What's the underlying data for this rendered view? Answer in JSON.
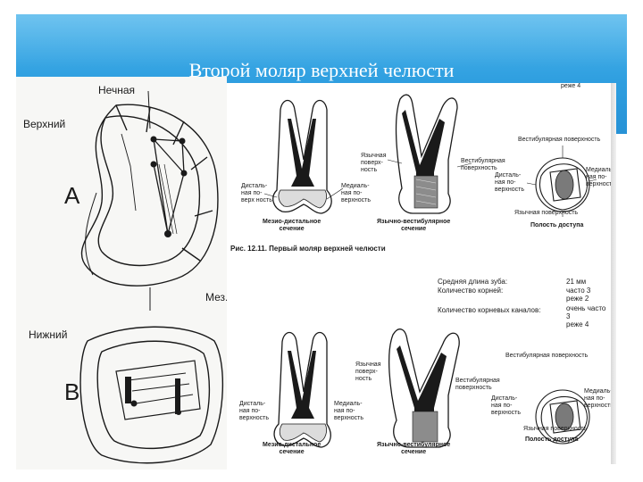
{
  "slide": {
    "title": "Второй моляр верхней челюсти"
  },
  "left_panel": {
    "palatal": "Нечная",
    "upper": "Верхний",
    "lower": "Нижний",
    "mes": "Мез.",
    "letter_a": "А",
    "letter_b": "В"
  },
  "top_figure": {
    "page_ref": "реже 4",
    "vestibular_surface": "Вестибулярная поверхность",
    "lingual_surface_left": "Язычная\nповерх-\nность",
    "vestibular_inner": "Вестибулярная\nповерхность",
    "distal_left": "Дисталь-\nная по-\nверх ность",
    "mesial_left": "Медиаль-\nная по-\nверхность",
    "distal_right": "Дисталь-\nная по-\nверхность",
    "mesial_right": "Медиаль-\nная по-\nверхность",
    "lingual_right": "Язычная поверхность",
    "section_md": "Мезио-дистальное\nсечение",
    "section_lv": "Язычно-вестибулярное\nсечение",
    "access_cavity": "Полость доступа",
    "caption": "Рис. 12.11. Первый моляр верхней челюсти"
  },
  "stats": {
    "avg_length_label": "Средняя длина зуба:",
    "roots_label": "Количество корней:",
    "canals_label": "Количество корневых каналов:",
    "avg_length_value": "21 мм",
    "roots_value": "часто 3\nреже 2",
    "canals_value": "очень часто 3\nреже 4"
  },
  "bottom_figure": {
    "vestibular_surface": "Вестибулярная поверхность",
    "lingual_surface_left": "Язычная\nповерх-\nность",
    "vestibular_inner": "Вестибулярная\nповерхность",
    "distal_left": "Дисталь-\nная по-\nверхность",
    "mesial_left": "Медиаль-\nная по-\nверхность",
    "distal_right": "Дисталь-\nная по-\nверхность",
    "mesial_right": "Медиаль-\nная по-\nверхность",
    "lingual_right": "Язычная поверхность",
    "section_md": "Мезио-дистальное\nсечение",
    "section_lv": "Язычно-вестибулярное\nсечение",
    "access_cavity": "Полость доступа"
  }
}
